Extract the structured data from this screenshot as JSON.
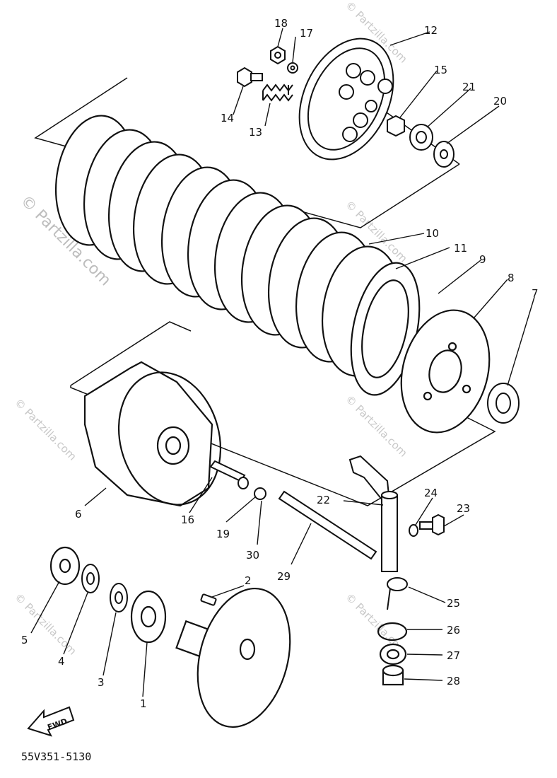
{
  "diagram": {
    "callouts": [
      {
        "id": "1",
        "text": "1"
      },
      {
        "id": "2",
        "text": "2"
      },
      {
        "id": "3",
        "text": "3"
      },
      {
        "id": "4",
        "text": "4"
      },
      {
        "id": "5",
        "text": "5"
      },
      {
        "id": "6",
        "text": "6"
      },
      {
        "id": "7",
        "text": "7"
      },
      {
        "id": "8",
        "text": "8"
      },
      {
        "id": "9",
        "text": "9"
      },
      {
        "id": "10",
        "text": "10"
      },
      {
        "id": "11",
        "text": "11"
      },
      {
        "id": "12",
        "text": "12"
      },
      {
        "id": "13",
        "text": "13"
      },
      {
        "id": "14",
        "text": "14"
      },
      {
        "id": "15",
        "text": "15"
      },
      {
        "id": "16",
        "text": "16"
      },
      {
        "id": "17",
        "text": "17"
      },
      {
        "id": "18",
        "text": "18"
      },
      {
        "id": "19",
        "text": "19"
      },
      {
        "id": "20",
        "text": "20"
      },
      {
        "id": "21",
        "text": "21"
      },
      {
        "id": "22",
        "text": "22"
      },
      {
        "id": "23",
        "text": "23"
      },
      {
        "id": "24",
        "text": "24"
      },
      {
        "id": "25",
        "text": "25"
      },
      {
        "id": "26",
        "text": "26"
      },
      {
        "id": "27",
        "text": "27"
      },
      {
        "id": "28",
        "text": "28"
      },
      {
        "id": "29",
        "text": "29"
      },
      {
        "id": "30",
        "text": "30"
      }
    ],
    "fwd_label": "FWD",
    "diagram_code": "55V351-5130"
  },
  "watermark": {
    "text": "© Partzilla.com",
    "color": "#c8c8c8"
  },
  "colors": {
    "ink": "#111111",
    "paper": "#ffffff"
  }
}
